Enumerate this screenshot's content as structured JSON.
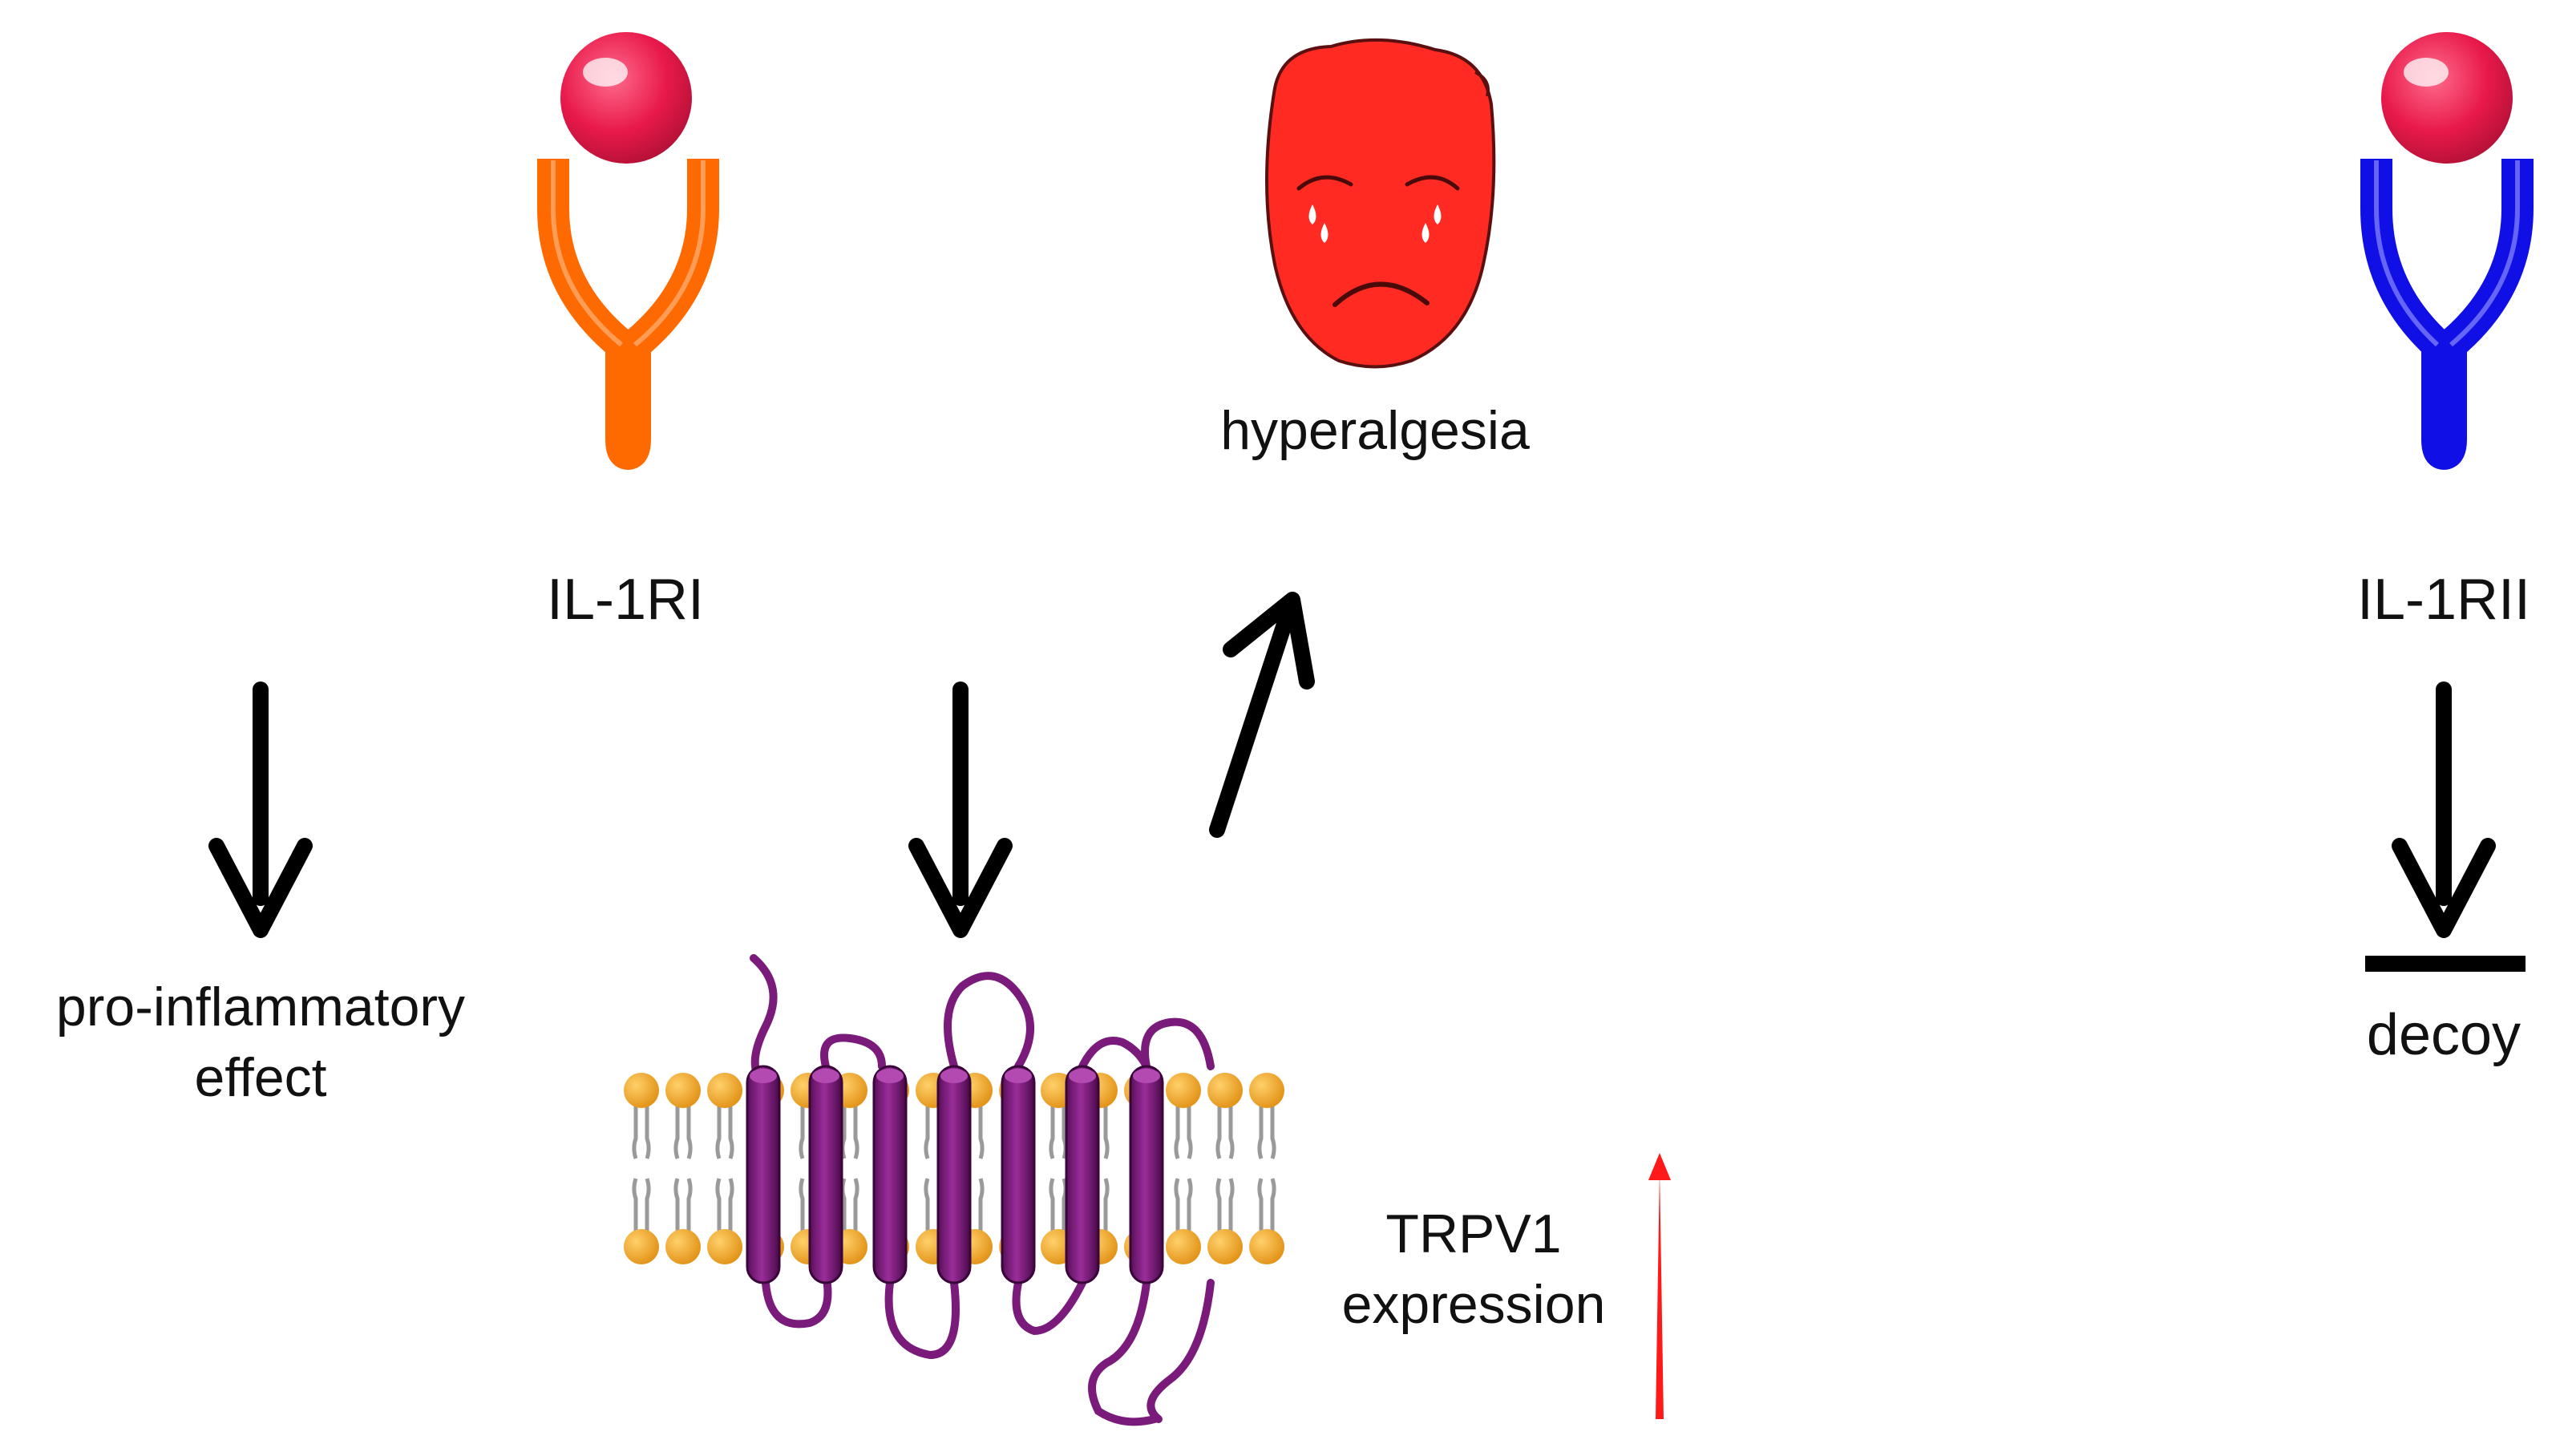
{
  "labels": {
    "il1ri": "IL-1RI",
    "il1rii": "IL-1RII",
    "hyperalgesia": "hyperalgesia",
    "pro_inflammatory_line1": "pro-inflammatory",
    "pro_inflammatory_line2": "effect",
    "decoy": "decoy",
    "trpv1_line1": "TRPV1",
    "trpv1_line2": "expression"
  },
  "colors": {
    "ligand": "#e8194a",
    "il1ri_receptor": "#ff6a00",
    "il1rii_receptor": "#1010e6",
    "face": "#ff2a22",
    "arrow": "#000000",
    "expression_arrow": "#ff1a1a",
    "lipid_head": "#f5a21c",
    "lipid_tail": "#9a9a9a",
    "trpv1_protein": "#7a1a7a"
  },
  "icons": {
    "ligand": "ligand-sphere-icon",
    "il1ri": "y-receptor-icon",
    "il1rii": "y-receptor-icon",
    "face": "crying-face-icon",
    "trpv1": "membrane-channel-icon"
  }
}
